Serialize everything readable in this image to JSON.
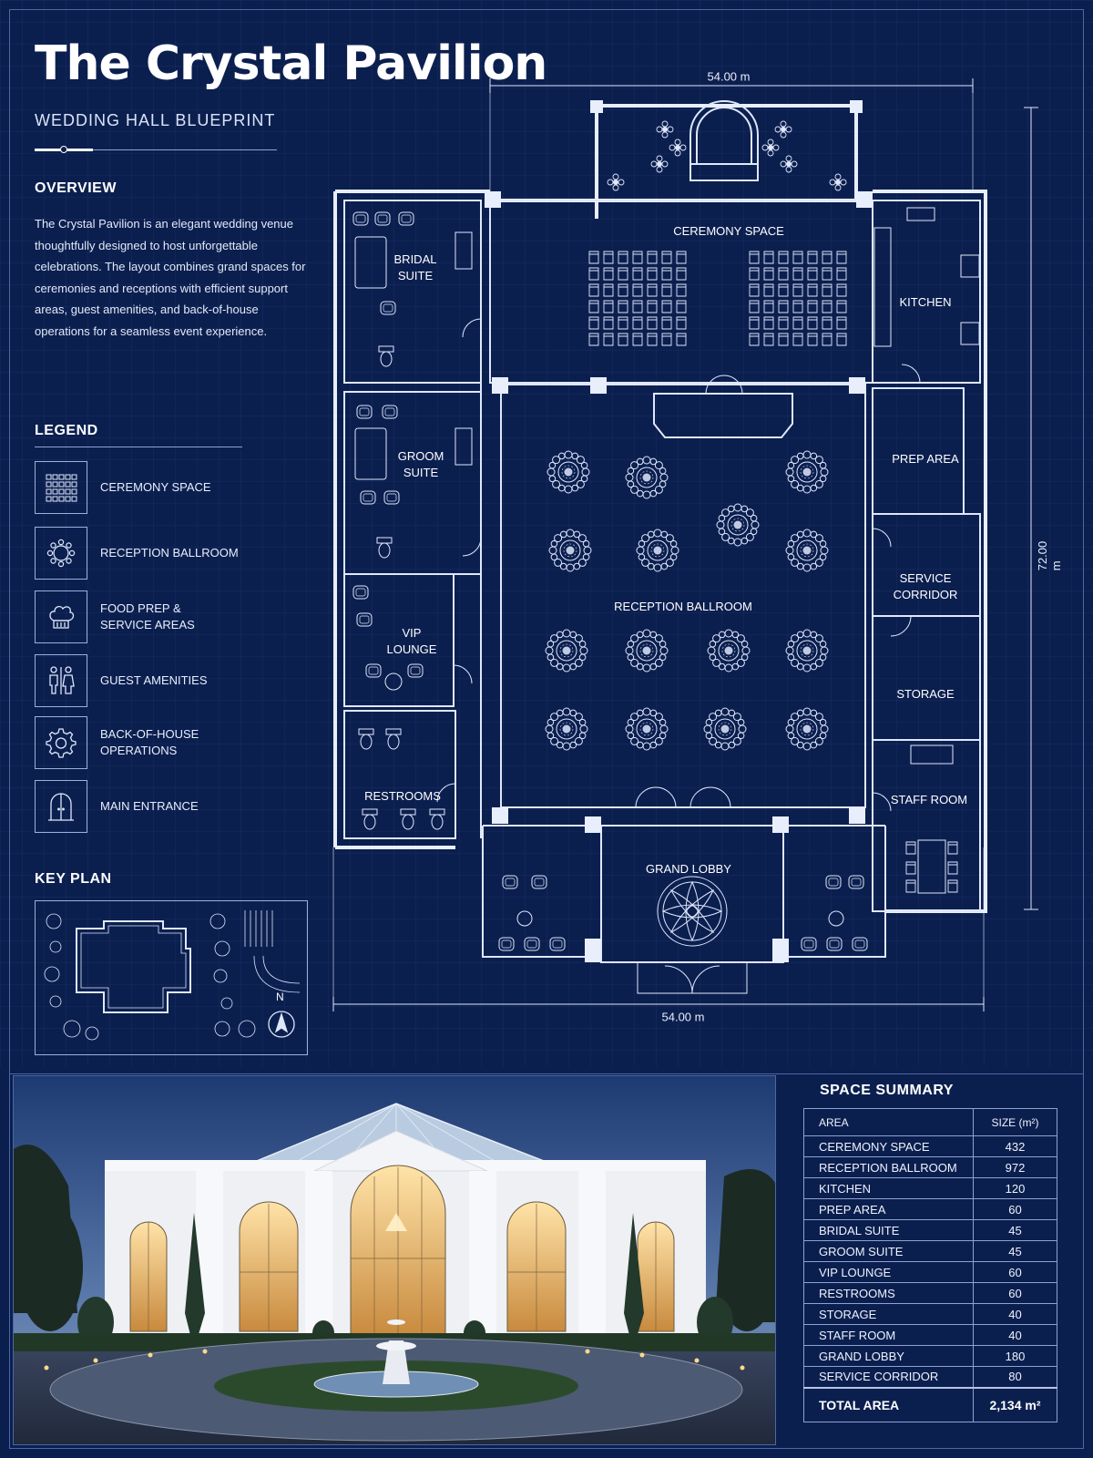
{
  "title": "The Crystal Pavilion",
  "subtitle": "WEDDING HALL BLUEPRINT",
  "overview": {
    "heading": "OVERVIEW",
    "text": "The Crystal Pavilion is an elegant wedding venue thoughtfully designed to host unforgettable celebrations. The layout combines grand spaces for ceremonies and receptions with efficient support areas, guest amenities, and back-of-house operations for a seamless event experience."
  },
  "legend": {
    "heading": "LEGEND",
    "items": [
      {
        "label": "CEREMONY SPACE",
        "icon": "seating-grid-icon"
      },
      {
        "label": "RECEPTION BALLROOM",
        "icon": "round-table-icon"
      },
      {
        "label": "FOOD PREP &\nSERVICE AREAS",
        "icon": "chef-hat-icon"
      },
      {
        "label": "GUEST AMENITIES",
        "icon": "restroom-people-icon"
      },
      {
        "label": "BACK-OF-HOUSE\nOPERATIONS",
        "icon": "gear-icon"
      },
      {
        "label": "MAIN ENTRANCE",
        "icon": "arched-door-icon"
      }
    ]
  },
  "key_plan": {
    "heading": "KEY PLAN",
    "north_label": "N"
  },
  "blueprint": {
    "dim_top": "54.00 m",
    "dim_bottom": "54.00 m",
    "dim_right": "72.00 m",
    "rooms": {
      "ceremony": "CEREMONY SPACE",
      "bridal": "BRIDAL\nSUITE",
      "groom": "GROOM\nSUITE",
      "vip": "VIP\nLOUNGE",
      "restrooms": "RESTROOMS",
      "kitchen": "KITCHEN",
      "prep": "PREP AREA",
      "corridor": "SERVICE\nCORRIDOR",
      "storage": "STORAGE",
      "staff": "STAFF ROOM",
      "ballroom": "RECEPTION BALLROOM",
      "lobby": "GRAND LOBBY"
    }
  },
  "space_summary": {
    "heading": "SPACE SUMMARY",
    "col_area": "AREA",
    "col_size": "SIZE (m²)",
    "rows": [
      {
        "area": "CEREMONY SPACE",
        "size": "432"
      },
      {
        "area": "RECEPTION BALLROOM",
        "size": "972"
      },
      {
        "area": "KITCHEN",
        "size": "120"
      },
      {
        "area": "PREP AREA",
        "size": "60"
      },
      {
        "area": "BRIDAL SUITE",
        "size": "45"
      },
      {
        "area": "GROOM SUITE",
        "size": "45"
      },
      {
        "area": "VIP LOUNGE",
        "size": "60"
      },
      {
        "area": "RESTROOMS",
        "size": "60"
      },
      {
        "area": "STORAGE",
        "size": "40"
      },
      {
        "area": "STAFF ROOM",
        "size": "40"
      },
      {
        "area": "GRAND LOBBY",
        "size": "180"
      },
      {
        "area": "SERVICE CORRIDOR",
        "size": "80"
      }
    ],
    "total_label": "TOTAL AREA",
    "total_value": "2,134 m²"
  },
  "colors": {
    "background": "#0b1f4f",
    "line": "#dfe7fb",
    "accent": "#ffffff"
  }
}
